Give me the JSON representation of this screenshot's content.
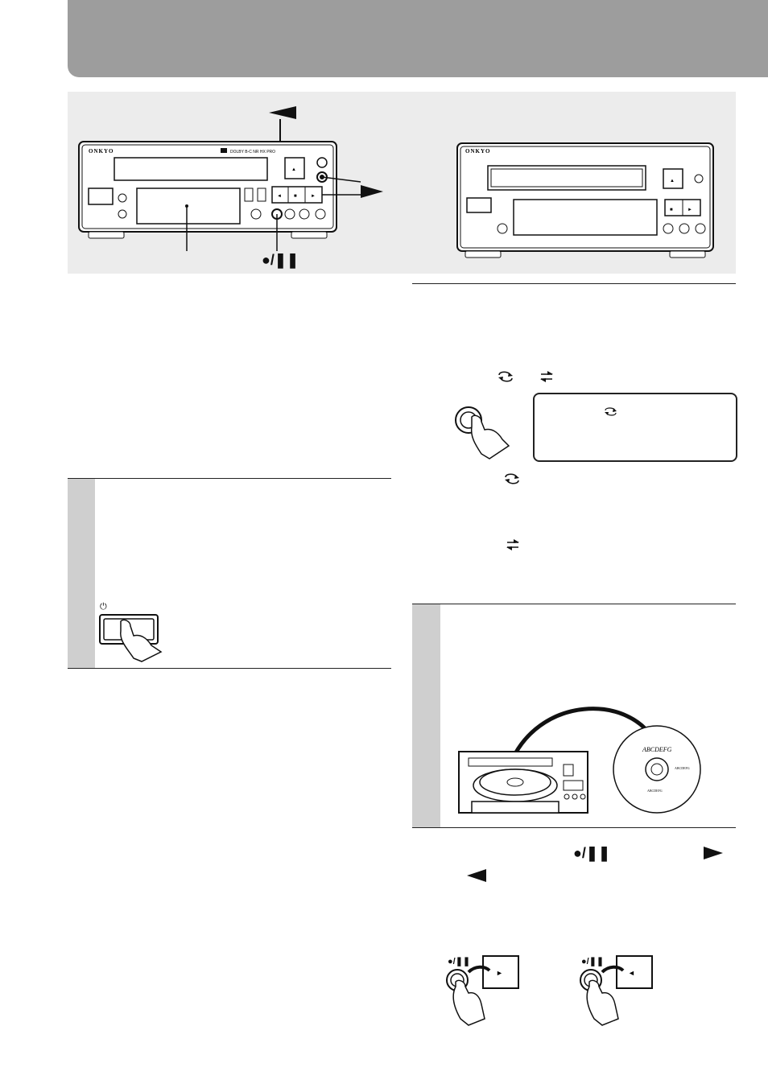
{
  "header": {
    "band_color": "#9d9d9d"
  },
  "hero": {
    "background": "#ececec",
    "deck_left": {
      "brand": "ONKYO",
      "badge": "DOLBY B-C NR HX PRO"
    },
    "deck_right": {
      "brand": "ONKYO"
    },
    "callout_symbols": [
      "reverse-play-arrow",
      "forward-play-arrow",
      "record-pause"
    ],
    "record_pause_label": "●/❚❚"
  },
  "reverse_mode": {
    "symbols": [
      "repeat-arrows",
      "one-way-arrows"
    ]
  },
  "step_power": {
    "power_label": "⏻"
  },
  "step_disc": {
    "disc_label_top": "ABCDEFG",
    "disc_label_mid": "ABCDEFG",
    "disc_label_bottom": "ABCDEFG"
  },
  "record_instruction": {
    "record_pause_symbol": "●/❚❚"
  },
  "button_examples": [
    {
      "top_label": "●/❚❚",
      "arrow": "►"
    },
    {
      "top_label": "●/❚❚",
      "arrow": "◄"
    }
  ]
}
